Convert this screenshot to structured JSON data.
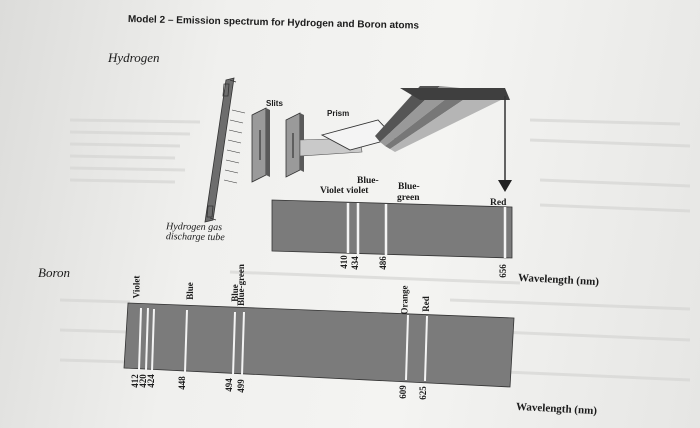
{
  "title": "Model 2 – Emission spectrum for Hydrogen and Boron atoms",
  "hydrogen": {
    "label": "Hydrogen",
    "slits_label": "Slits",
    "prism_label": "Prism",
    "tube_label": "Hydrogen gas discharge tube",
    "color_labels": [
      "Violet violet",
      "Blue-",
      "Blue-",
      "green",
      "Red"
    ],
    "wavelengths": [
      "410",
      "434",
      "486",
      "656"
    ],
    "axis_label": "Wavelength (nm)"
  },
  "boron": {
    "label": "Boron",
    "color_labels": [
      "Violet",
      "Blue",
      "Blue",
      "Blue-green",
      "Orange",
      "Red"
    ],
    "wavelengths": [
      "412",
      "420",
      "424",
      "448",
      "494",
      "499",
      "609",
      "625"
    ],
    "axis_label": "Wavelength (nm)"
  }
}
